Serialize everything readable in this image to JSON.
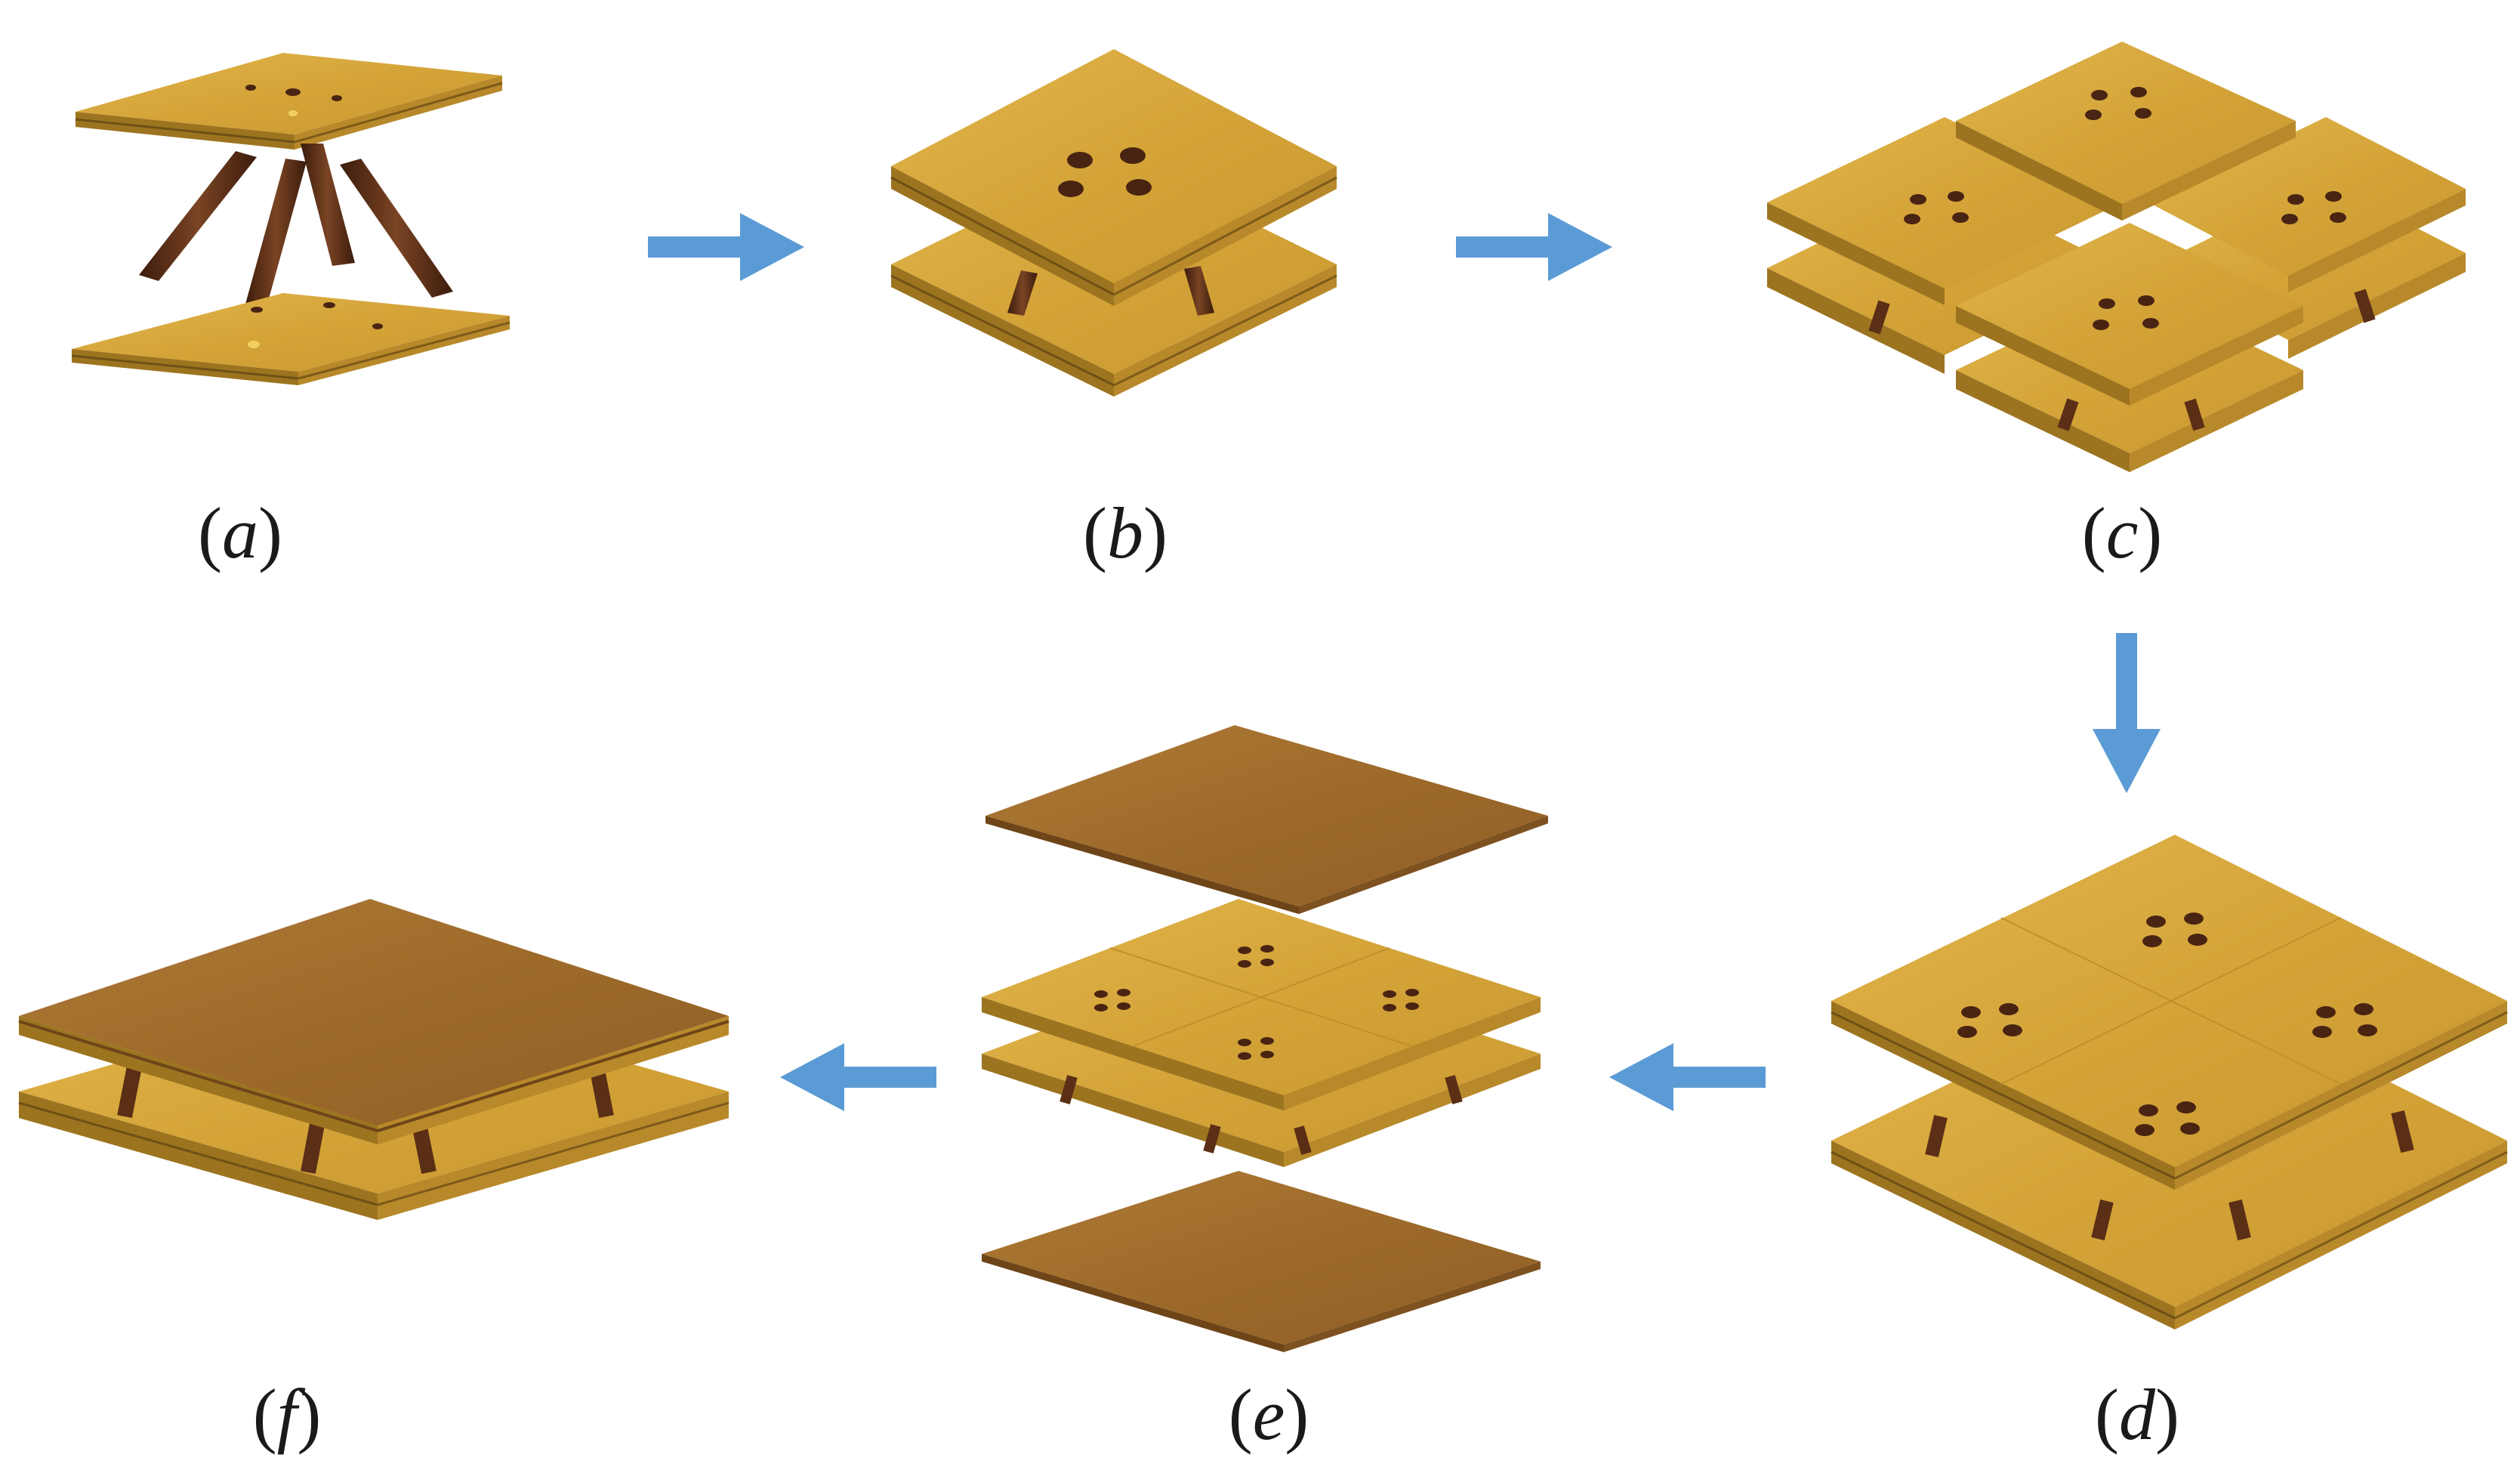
{
  "panels": [
    {
      "id": "a",
      "label": "a"
    },
    {
      "id": "b",
      "label": "b"
    },
    {
      "id": "c",
      "label": "c"
    },
    {
      "id": "d",
      "label": "d"
    },
    {
      "id": "e",
      "label": "e"
    },
    {
      "id": "f",
      "label": "f"
    }
  ],
  "colors": {
    "arrow": "#5b9bd5",
    "bamboo_top": "#d8aa3c",
    "bamboo_side": "#9c7420",
    "bamboo_right": "#b8892a",
    "hole": "#4a2412",
    "rod": "#5b2e16",
    "veneer_top": "#a8742f",
    "veneer_side": "#6d4518"
  },
  "flow": [
    "a",
    "b",
    "c",
    "d",
    "e",
    "f"
  ]
}
